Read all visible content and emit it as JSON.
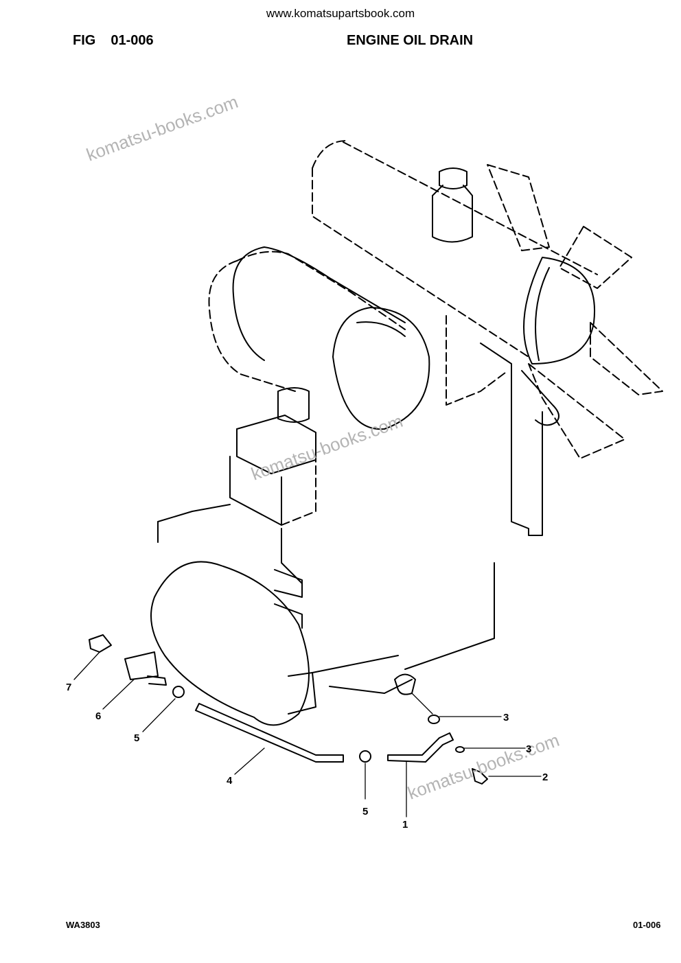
{
  "header": {
    "site": "www.komatsupartsbook.com",
    "fig_label": "FIG",
    "fig_number": "01-006",
    "title": "ENGINE OIL DRAIN"
  },
  "watermark": "komatsu-books.com",
  "callouts": [
    {
      "id": "c7",
      "label": "7"
    },
    {
      "id": "c6",
      "label": "6"
    },
    {
      "id": "c5a",
      "label": "5"
    },
    {
      "id": "c4",
      "label": "4"
    },
    {
      "id": "c5b",
      "label": "5"
    },
    {
      "id": "c1",
      "label": "1"
    },
    {
      "id": "c3a",
      "label": "3"
    },
    {
      "id": "c3b",
      "label": "3"
    },
    {
      "id": "c2",
      "label": "2"
    }
  ],
  "footer": {
    "left": "WA3803",
    "right": "01-006"
  },
  "colors": {
    "line": "#000000",
    "watermark": "#b4b4b4",
    "background": "#ffffff"
  }
}
